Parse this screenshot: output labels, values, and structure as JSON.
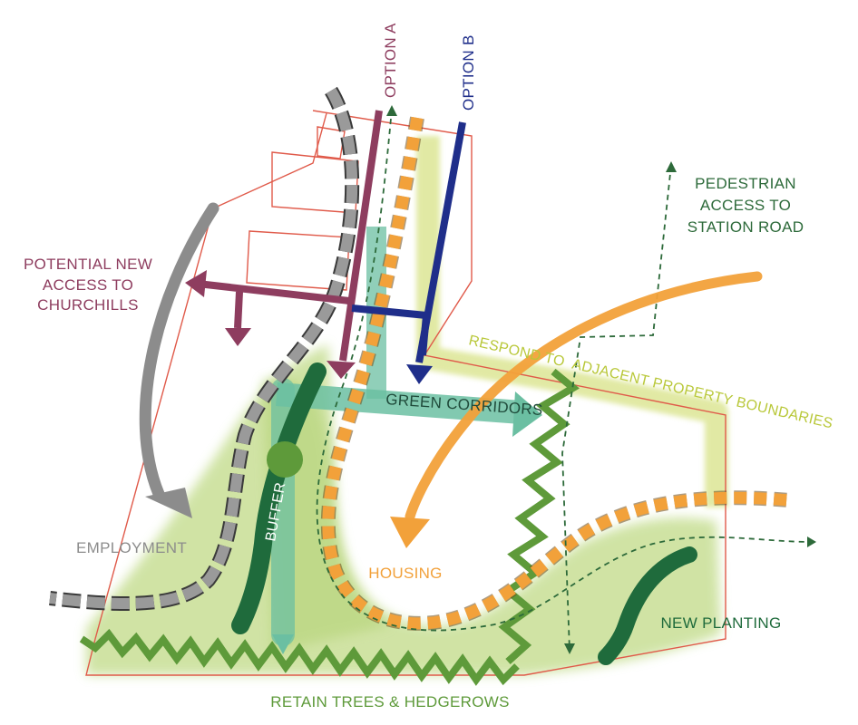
{
  "labels": {
    "option_a": "OPTION A",
    "option_b": "OPTION B",
    "access_line1": "POTENTIAL NEW",
    "access_line2": "ACCESS TO",
    "access_line3": "CHURCHILLS",
    "pedestrian_line1": "PEDESTRIAN",
    "pedestrian_line2": "ACCESS TO",
    "pedestrian_line3": "STATION ROAD",
    "respond": "RESPOND TO  ADJACENT PROPERTY BOUNDARIES",
    "green_corridors": "GREEN CORRIDORS",
    "buffer": "BUFFER",
    "employment": "EMPLOYMENT",
    "housing": "HOUSING",
    "new_planting": "NEW PLANTING",
    "retain": "RETAIN TREES & HEDGEROWS"
  },
  "colors": {
    "option_a": "#8e3d5f",
    "option_b": "#1f2e8a",
    "access": "#8e3d5f",
    "pedestrian": "#2d6a3a",
    "respond": "#c9d85a",
    "green_corridors": "#2f6e55",
    "buffer": "#f4f7ee",
    "employment": "#8c8c8c",
    "housing": "#f2a13a",
    "new_planting": "#2d6a3a",
    "retain": "#5e9a3a",
    "site_boundary": "#e05a4a",
    "green_fill": "#c8df95",
    "dark_green": "#1f6b3c",
    "teal": "#6bbfa2"
  }
}
